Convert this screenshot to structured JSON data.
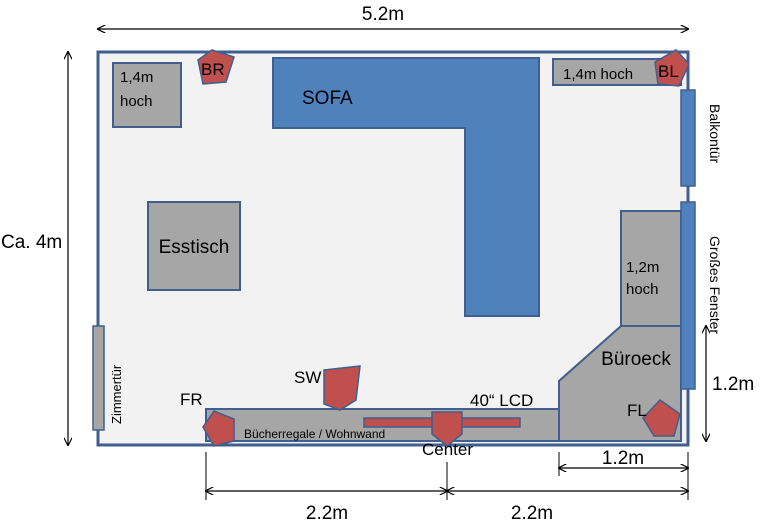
{
  "dimensions": {
    "width_label": "5.2m",
    "height_label": "Ca. 4m",
    "left_span_label": "2.2m",
    "right_span_label": "2.2m",
    "corner_width_label": "1.2m",
    "corner_height_label": "1.2m"
  },
  "furniture": {
    "shelf_top_left_label": "1,4m\nhoch",
    "shelf_top_right_label": "1,4m hoch",
    "sofa_label": "SOFA",
    "table_label": "Esstisch",
    "cabinet_right_label": "1,2m\nhoch",
    "office_corner_label": "Büroeck",
    "shelves_label": "Bücherregale / Wohnwand",
    "tv_label": "40“ LCD"
  },
  "walls": {
    "balcony_door_label": "Balkontür",
    "window_label": "Großes Fenster",
    "room_door_label": "Zimmertür"
  },
  "speakers": {
    "br": "BR",
    "bl": "BL",
    "sw": "SW",
    "fr": "FR",
    "center": "Center",
    "fl": "FL"
  },
  "colors": {
    "room_fill": "#f2f2f2",
    "room_stroke": "#3f5f8f",
    "furniture_fill": "#a6a6a6",
    "furniture_stroke": "#3f5f8f",
    "sofa_fill": "#4f81bd",
    "speaker_fill": "#c0504d"
  }
}
